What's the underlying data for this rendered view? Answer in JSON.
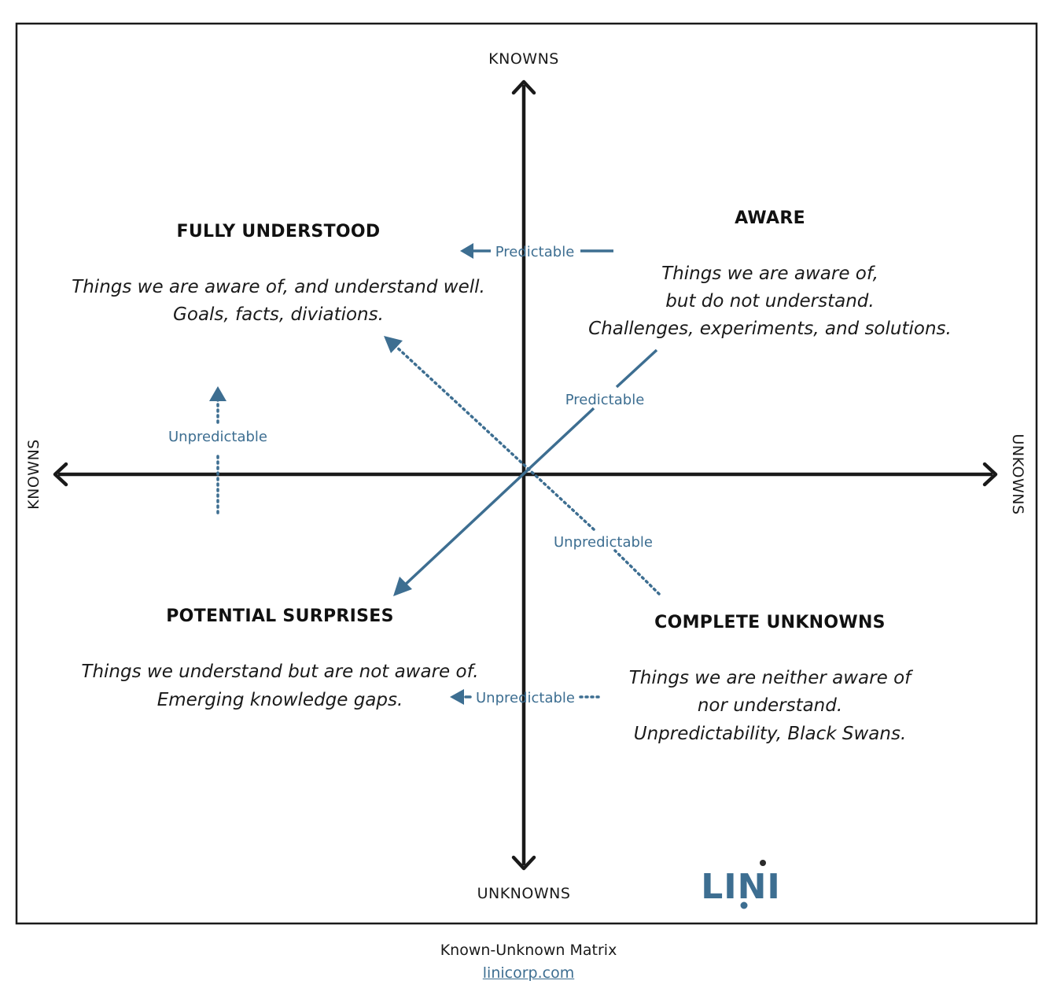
{
  "axes": {
    "top": "KNOWNS",
    "bottom": "UNKNOWNS",
    "left": "KNOWNS",
    "right": "UNKOWNS"
  },
  "quadrants": {
    "top_left": {
      "title": "FULLY UNDERSTOOD",
      "lines": [
        "Things we are aware of, and understand well.",
        "Goals, facts, diviations."
      ]
    },
    "top_right": {
      "title": "AWARE",
      "lines": [
        "Things we are aware of,",
        "but do not understand.",
        "Challenges, experiments, and solutions."
      ]
    },
    "bottom_left": {
      "title": "POTENTIAL SURPRISES",
      "lines": [
        "Things we understand but are not aware of.",
        "Emerging knowledge gaps."
      ]
    },
    "bottom_right": {
      "title": "COMPLETE UNKNOWNS",
      "lines": [
        "Things we are neither aware of",
        "nor understand.",
        "Unpredictability, Black Swans."
      ]
    }
  },
  "flows": {
    "top_predictable": "Predictable",
    "diagonal_predictable": "Predictable",
    "left_unpredictable": "Unpredictable",
    "diagonal_unpredictable": "Unpredictable",
    "bottom_unpredictable": "Unpredictable"
  },
  "logo": {
    "text": "LINI"
  },
  "footer": {
    "caption": "Known-Unknown Matrix",
    "link": "linicorp.com"
  },
  "colors": {
    "accent": "#3d6e91",
    "axis": "#1a1a1a",
    "frame": "#1a1a1a"
  }
}
